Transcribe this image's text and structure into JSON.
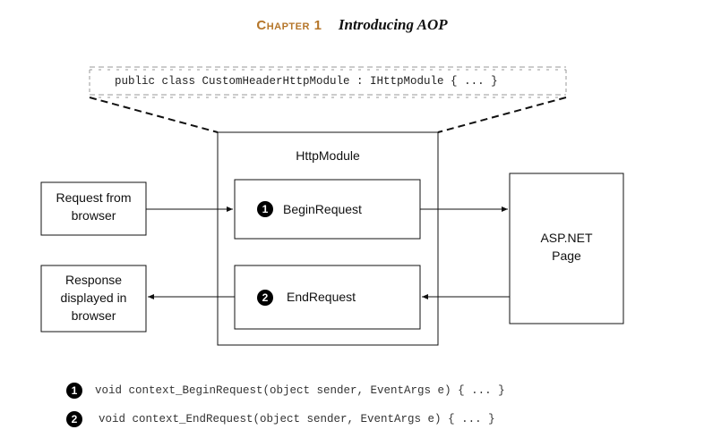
{
  "header": {
    "chapter": "Chapter 1",
    "title": "Introducing AOP"
  },
  "code_banner": "public class CustomHeaderHttpModule : IHttpModule { ... }",
  "module": {
    "title": "HttpModule",
    "begin": {
      "badge": "1",
      "label": "BeginRequest"
    },
    "end": {
      "badge": "2",
      "label": "EndRequest"
    }
  },
  "request_box": {
    "line1": "Request from",
    "line2": "browser"
  },
  "response_box": {
    "line1": "Response",
    "line2": "displayed in",
    "line3": "browser"
  },
  "page_box": {
    "line1": "ASP.NET",
    "line2": "Page"
  },
  "legend": [
    {
      "badge": "1",
      "code": "void context_BeginRequest(object sender, EventArgs e) { ... }"
    },
    {
      "badge": "2",
      "code": "void context_EndRequest(object sender, EventArgs e) { ... }"
    }
  ]
}
